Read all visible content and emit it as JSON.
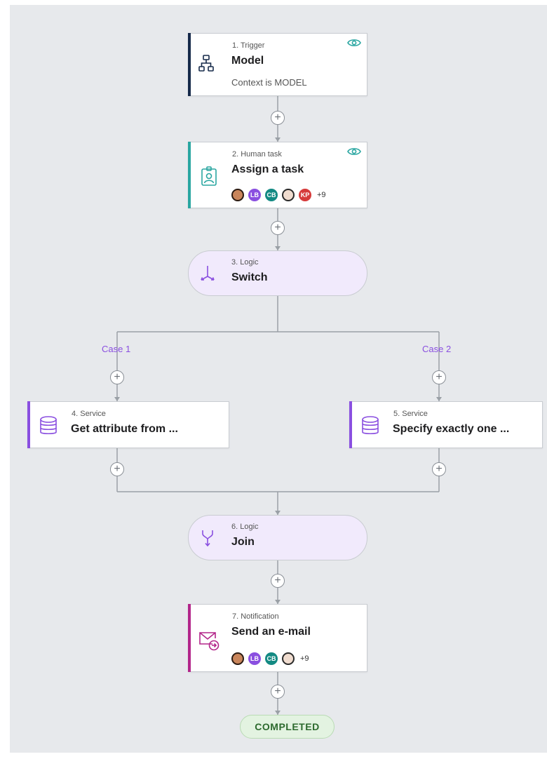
{
  "nodes": [
    {
      "step": "1. Trigger",
      "title": "Model",
      "subtitle": "Context is MODEL",
      "accent": "#162a4a",
      "icon": "hierarchy-icon"
    },
    {
      "step": "2. Human task",
      "title": "Assign a task",
      "accent": "#2aa6a1",
      "icon": "person-badge-icon",
      "avatars": [
        "",
        "LB",
        "CB",
        "",
        "KP"
      ],
      "more": "+9"
    },
    {
      "step": "3. Logic",
      "title": "Switch",
      "icon": "split-arrows-icon"
    },
    {
      "step": "4. Service",
      "title": "Get attribute from ...",
      "accent": "#8a4fe0",
      "icon": "database-icon"
    },
    {
      "step": "5. Service",
      "title": "Specify exactly one ...",
      "accent": "#8a4fe0",
      "icon": "database-icon"
    },
    {
      "step": "6. Logic",
      "title": "Join",
      "icon": "merge-arrows-icon"
    },
    {
      "step": "7. Notification",
      "title": "Send an e-mail",
      "accent": "#b3268a",
      "icon": "mail-forward-icon",
      "avatars": [
        "",
        "LB",
        "CB",
        ""
      ],
      "more": "+9"
    }
  ],
  "cases": [
    "Case 1",
    "Case 2"
  ],
  "completed": "COMPLETED",
  "colors": {
    "canvas": "#e7e9ec",
    "logic_fill": "#f1eafc",
    "case_text": "#8a4fe0",
    "eye": "#2aa6a1",
    "completed_fill": "#e3f3e1"
  }
}
